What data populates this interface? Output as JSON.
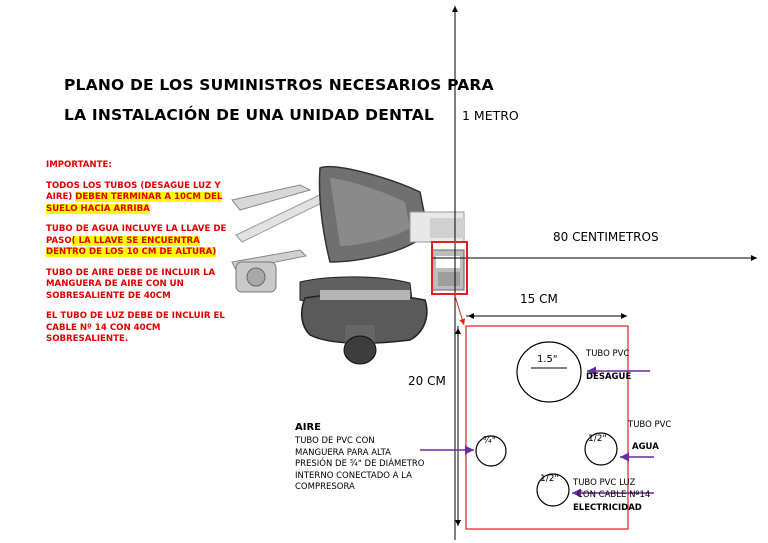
{
  "title": {
    "line1": "PLANO DE LOS SUMINISTROS NECESARIOS PARA",
    "line2": "LA INSTALACIÓN DE UNA UNIDAD DENTAL"
  },
  "notes": {
    "heading": "IMPORTANTE:",
    "p1_plain": "TODOS LOS TUBOS (DESAGUE LUZ  Y AIRE) ",
    "p1_highlight": "DEBEN TERMINAR A 10CM DEL SUELO HACIA ARRIBA",
    "p2_plain": "TUBO DE AGUA INCLUYE LA LLAVE DE PASO",
    "p2_highlight": "( LA LLAVE SE ENCUENTRA DENTRO DE LOS 10 CM DE ALTURA)",
    "p3": "TUBO DE AIRE DEBE DE INCLUIR LA MANGUERA DE AIRE CON UN SOBRESALIENTE DE 40CM",
    "p4": "EL TUBO DE LUZ DEBE DE INCLUIR EL CABLE Nº 14 CON 40CM SOBRESALIENTE."
  },
  "dimensions": {
    "vertical": "1 METRO",
    "horizontal": "80 CENTIMETROS",
    "box_width": "15 CM",
    "box_height": "20 CM"
  },
  "supplies": {
    "desague": {
      "size": "1.5\"",
      "label1": "TUBO PVC",
      "label2": "DESAGUE"
    },
    "aire": {
      "size": "¾\"",
      "title": "AIRE",
      "desc": [
        "TUBO DE PVC CON",
        " MANGUERA PARA ALTA",
        "PRESIÓN DE ¾\" DE DIÁMETRO",
        "INTERNO CONECTADO A LA",
        "COMPRESORA"
      ]
    },
    "agua": {
      "size": "1/2\"",
      "label1": "TUBO PVC",
      "label2": "AGUA"
    },
    "luz": {
      "size": "1/2\"",
      "label1": "TUBO PVC LUZ",
      "label2": "CON CABLE Nº14",
      "label3": "ELECTRICIDAD"
    }
  },
  "colors": {
    "box": "#e02020",
    "arrow": "#6a2aa0",
    "note": "#e00000",
    "highlight": "#ffff00"
  }
}
